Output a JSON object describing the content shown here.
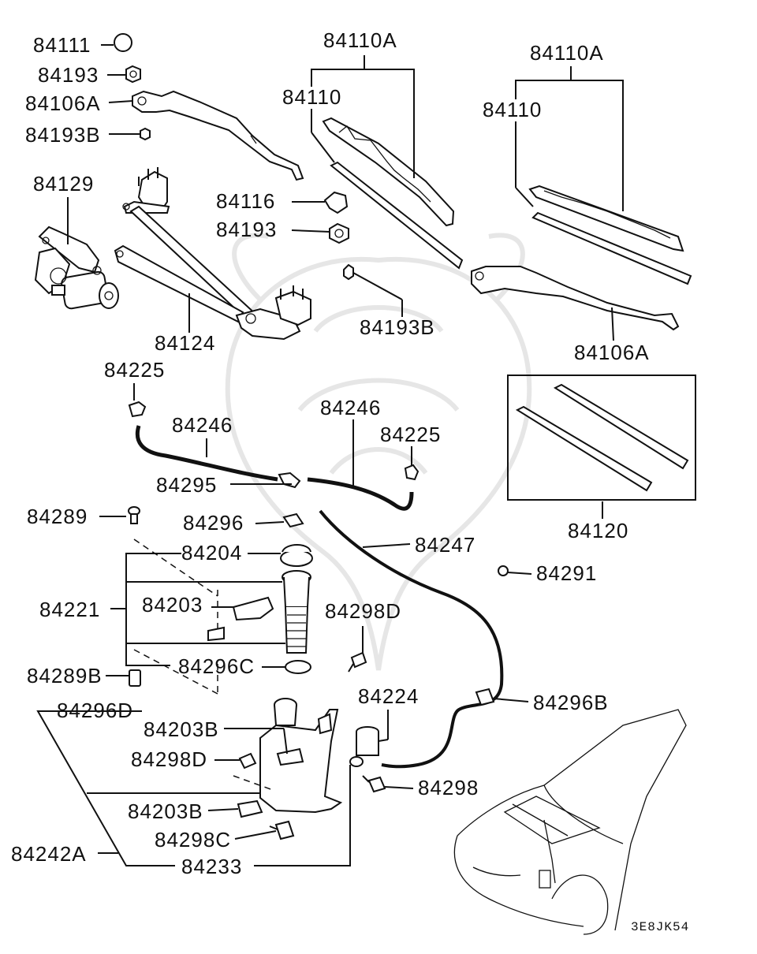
{
  "diagram": {
    "labels": {
      "p84111": "84111",
      "p84193_top": "84193",
      "p84106A_left": "84106A",
      "p84193B_left": "84193B",
      "p84129": "84129",
      "p84124": "84124",
      "p84110A_mid": "84110A",
      "p84110_mid": "84110",
      "p84116": "84116",
      "p84193_mid": "84193",
      "p84193B_mid": "84193B",
      "p84110A_right": "84110A",
      "p84110_right": "84110",
      "p84106A_right": "84106A",
      "p84225_left": "84225",
      "p84246_left": "84246",
      "p84246_right": "84246",
      "p84225_right": "84225",
      "p84295": "84295",
      "p84120": "84120",
      "p84289": "84289",
      "p84296": "84296",
      "p84204": "84204",
      "p84247": "84247",
      "p84291": "84291",
      "p84221": "84221",
      "p84203": "84203",
      "p84298D_mid": "84298D",
      "p84289B": "84289B",
      "p84296C": "84296C",
      "p84224": "84224",
      "p84296B": "84296B",
      "p84296D": "84296D",
      "p84203B_top": "84203B",
      "p84298D_low": "84298D",
      "p84298": "84298",
      "p84203B_low": "84203B",
      "p84298C": "84298C",
      "p84242A": "84242A",
      "p84233": "84233"
    },
    "diagram_code": "3E8JK54"
  }
}
